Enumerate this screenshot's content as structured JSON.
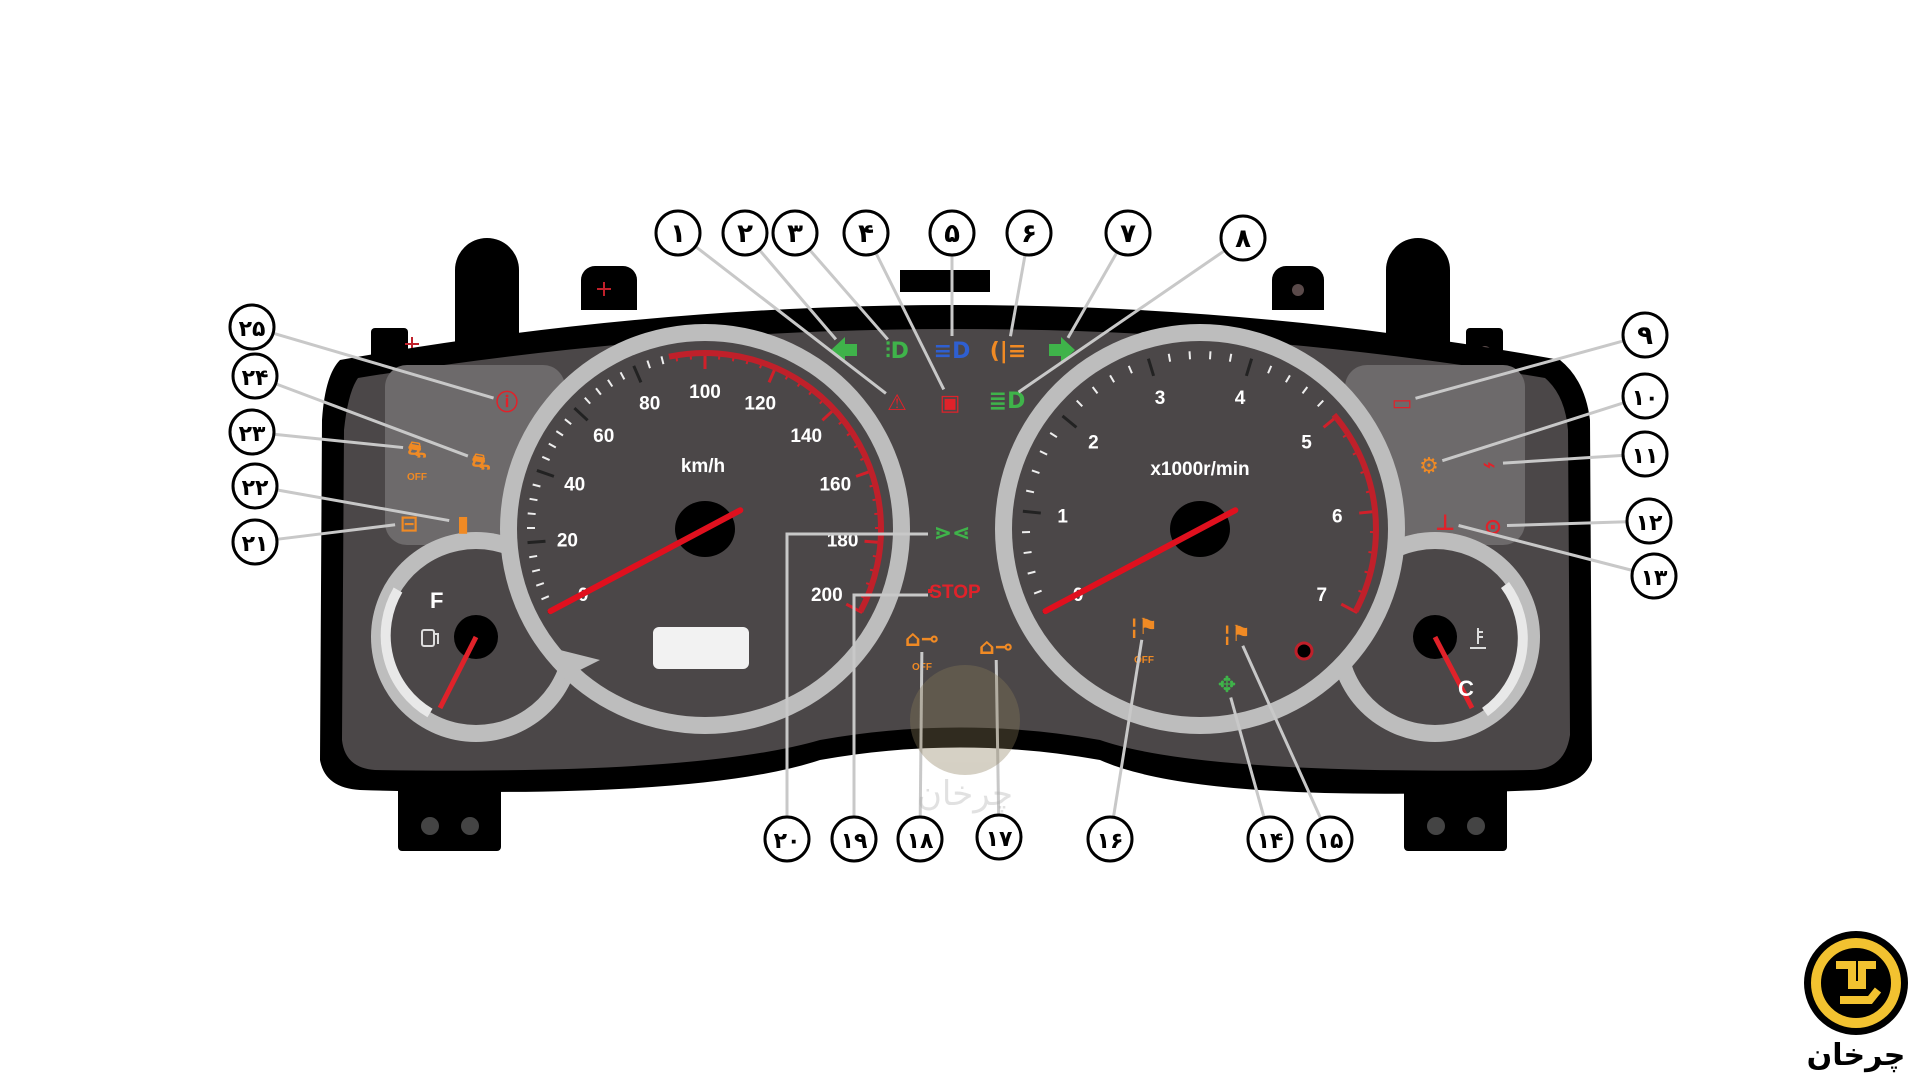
{
  "speedometer": {
    "unit": "km/h",
    "ticks": [
      "0",
      "20",
      "40",
      "60",
      "80",
      "100",
      "120",
      "140",
      "160",
      "180",
      "200"
    ],
    "needle_value": 0
  },
  "tachometer": {
    "unit": "x1000r/min",
    "ticks": [
      "0",
      "1",
      "2",
      "3",
      "4",
      "5",
      "6",
      "7"
    ],
    "needle_value": 0
  },
  "fuel_gauge": {
    "full_label": "F"
  },
  "temp_gauge": {
    "cold_label": "C"
  },
  "indicator_text": {
    "stop": "STOP",
    "off_16": "OFF",
    "off_18": "OFF",
    "off_23": "OFF"
  },
  "callouts": [
    {
      "label": "۱",
      "icon": "warning-triangle-icon",
      "color": "#e0222a"
    },
    {
      "label": "۲",
      "icon": "left-turn-signal-icon",
      "color": "#3fb34a"
    },
    {
      "label": "۳",
      "icon": "front-fog-light-icon",
      "color": "#3fb34a"
    },
    {
      "label": "۴",
      "icon": "door-open-icon",
      "color": "#e0222a"
    },
    {
      "label": "۵",
      "icon": "high-beam-icon",
      "color": "#2f5fd0"
    },
    {
      "label": "۶",
      "icon": "rear-fog-light-icon",
      "color": "#f08a24"
    },
    {
      "label": "۷",
      "icon": "right-turn-signal-icon",
      "color": "#3fb34a"
    },
    {
      "label": "۸",
      "icon": "low-beam-icon",
      "color": "#3fb34a"
    },
    {
      "label": "۹",
      "icon": "battery-icon",
      "color": "#e0222a"
    },
    {
      "label": "۱۰",
      "icon": "check-engine-icon",
      "color": "#f08a24"
    },
    {
      "label": "۱۱",
      "icon": "oil-pressure-icon",
      "color": "#e0222a"
    },
    {
      "label": "۱۲",
      "icon": "key-immobilizer-icon",
      "color": "#e0222a"
    },
    {
      "label": "۱۳",
      "icon": "coolant-temperature-icon",
      "color": "#e0222a"
    },
    {
      "label": "۱۴",
      "icon": "cruise-control-icon",
      "color": "#3fb34a"
    },
    {
      "label": "۱۵",
      "icon": "lane-departure-icon",
      "color": "#f08a24"
    },
    {
      "label": "۱۶",
      "icon": "lane-departure-off-icon",
      "color": "#f08a24"
    },
    {
      "label": "۱۷",
      "icon": "collision-warning-icon",
      "color": "#f08a24"
    },
    {
      "label": "۱۸",
      "icon": "collision-warning-off-icon",
      "color": "#f08a24"
    },
    {
      "label": "۱۹",
      "icon": "stop-warning-icon",
      "color": "#e0222a"
    },
    {
      "label": "۲۰",
      "icon": "position-light-icon",
      "color": "#3fb34a"
    },
    {
      "label": "۲۱",
      "icon": "transmission-icon",
      "color": "#f08a24"
    },
    {
      "label": "۲۲",
      "icon": "low-fuel-icon",
      "color": "#f08a24"
    },
    {
      "label": "۲۳",
      "icon": "stability-control-off-icon",
      "color": "#f08a24"
    },
    {
      "label": "۲۴",
      "icon": "stability-control-icon",
      "color": "#f08a24"
    },
    {
      "label": "۲۵",
      "icon": "brake-warning-icon",
      "color": "#e0222a"
    }
  ],
  "logo": {
    "text": "چرخان"
  },
  "watermark": {
    "text": "چرخان"
  }
}
